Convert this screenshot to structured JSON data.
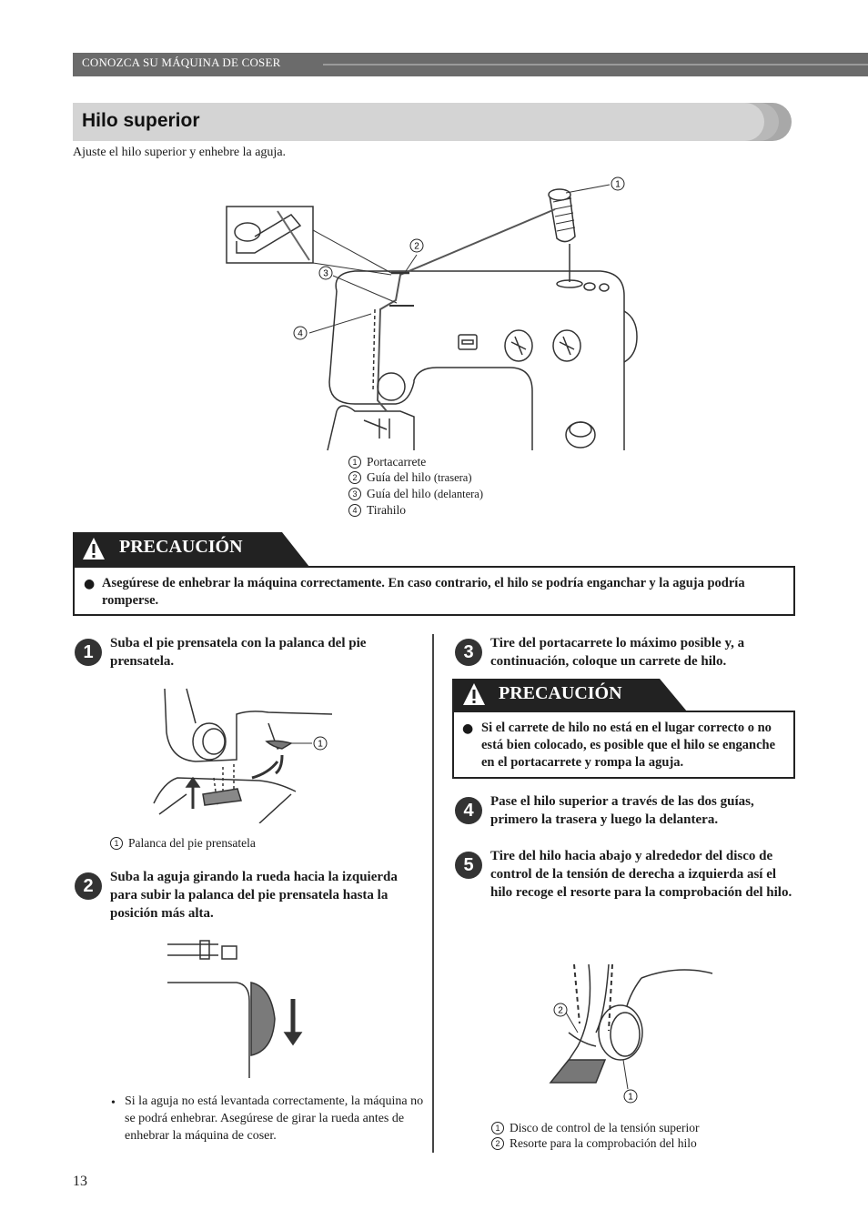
{
  "header": {
    "section": "CONOZCA SU MÁQUINA DE COSER"
  },
  "title": "Hilo superior",
  "intro": "Ajuste el hilo superior y enhebre la aguja.",
  "figure_main": {
    "callouts": [
      "1",
      "2",
      "3",
      "4"
    ],
    "legend": [
      {
        "num": "1",
        "text": "Portacarrete"
      },
      {
        "num": "2",
        "text": "Guía del hilo",
        "note": "(trasera)"
      },
      {
        "num": "3",
        "text": "Guía del hilo",
        "note": "(delantera)"
      },
      {
        "num": "4",
        "text": "Tirahilo"
      }
    ]
  },
  "caution1": {
    "label": "PRECAUCIÓN",
    "text": "Asegúrese de enhebrar la máquina correctamente. En caso contrario, el hilo se podría enganchar y la aguja podría romperse."
  },
  "steps": [
    {
      "num": "1",
      "text": "Suba el pie prensatela con la palanca del pie prensatela."
    },
    {
      "num": "2",
      "text": "Suba la aguja girando la rueda hacia la izquierda para subir la palanca del pie prensatela hasta la posición más alta."
    },
    {
      "num": "3",
      "text": "Tire del portacarrete lo máximo posible y, a continuación, coloque un carrete de hilo."
    },
    {
      "num": "4",
      "text": "Pase el hilo superior a través de las dos guías, primero la trasera y luego la delantera."
    },
    {
      "num": "5",
      "text": "Tire del hilo hacia abajo y alrededor del disco de control de la tensión de derecha a izquierda así el hilo recoge el resorte para la comprobación del hilo."
    }
  ],
  "fig1": {
    "legend": [
      {
        "num": "1",
        "text": "Palanca del pie prensatela"
      }
    ]
  },
  "step2_note": "Si la aguja no está levantada correctamente, la máquina no se podrá enhebrar. Asegúrese de girar la rueda antes de enhebrar la máquina de coser.",
  "caution2": {
    "label": "PRECAUCIÓN",
    "text": "Si el carrete de hilo no está en el lugar correcto o no está bien colocado, es posible que el hilo se enganche en el portacarrete y rompa la aguja."
  },
  "fig5": {
    "legend": [
      {
        "num": "1",
        "text": "Disco de control de la tensión superior"
      },
      {
        "num": "2",
        "text": "Resorte para la comprobación del hilo"
      }
    ]
  },
  "page_number": "13"
}
